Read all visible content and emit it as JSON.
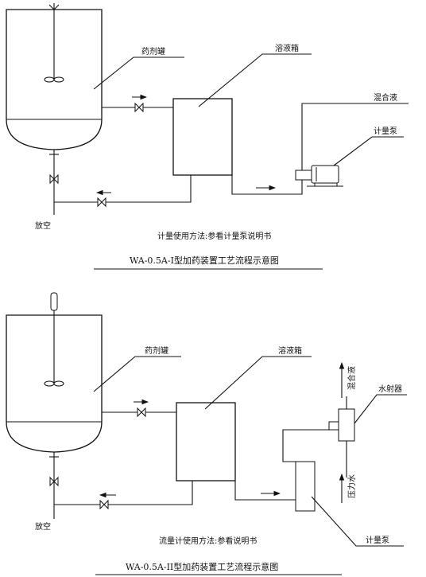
{
  "diagram1": {
    "tank_label": "药剂罐",
    "dissolve_box_label": "溶液箱",
    "mixed_liquid_label": "混合液",
    "pump_label": "计量泵",
    "drain_label": "放空",
    "caption": "计量使用方法:参看计量泵说明书",
    "title": "WA-0.5A-I型加药装置工艺流程示意图"
  },
  "diagram2": {
    "tank_label": "药剂罐",
    "dissolve_box_label": "溶液箱",
    "mixed_liquid_label": "混合液",
    "ejector_label": "水射器",
    "pressure_water_label": "压力水",
    "pump_label": "计量泵",
    "drain_label": "放空",
    "caption": "流量计使用方法:参看说明书",
    "title": "WA-0.5A-II型加药装置工艺流程示意图"
  }
}
